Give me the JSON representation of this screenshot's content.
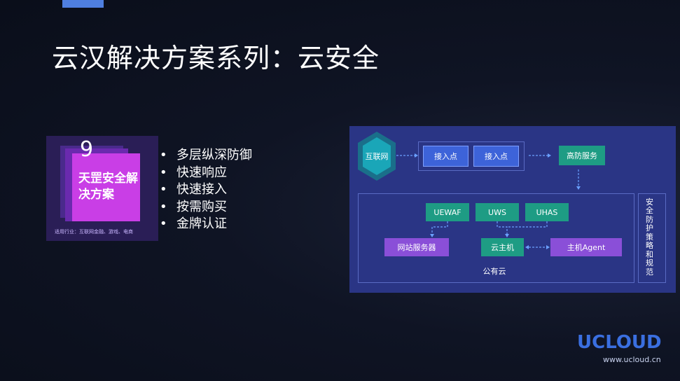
{
  "slide": {
    "title": "云汉解决方案系列：云安全"
  },
  "cover": {
    "number": "9",
    "title": "天罡安全解决方案",
    "industry": "适用行业：互联网金融、游戏、电商"
  },
  "bullets": [
    "多层纵深防御",
    "快速响应",
    "快速接入",
    "按需购买",
    "金牌认证"
  ],
  "diagram": {
    "internet": "互联网",
    "access_point_1": "接入点",
    "access_point_2": "接入点",
    "anti_ddos": "高防服务",
    "uewaf": "UEWAF",
    "uws": "UWS",
    "uhas": "UHAS",
    "web_server": "网站服务器",
    "cloud_host": "云主机",
    "host_agent": "主机Agent",
    "public_cloud": "公有云",
    "policy": "安全防护策略和规范"
  },
  "brand": {
    "logo": "UCLOUD",
    "url": "www.ucloud.cn"
  },
  "colors": {
    "accent": "#4f7fe0",
    "diagram_bg": "#2a3585",
    "teal": "#1e9c84",
    "purple": "#8a4fd8"
  }
}
